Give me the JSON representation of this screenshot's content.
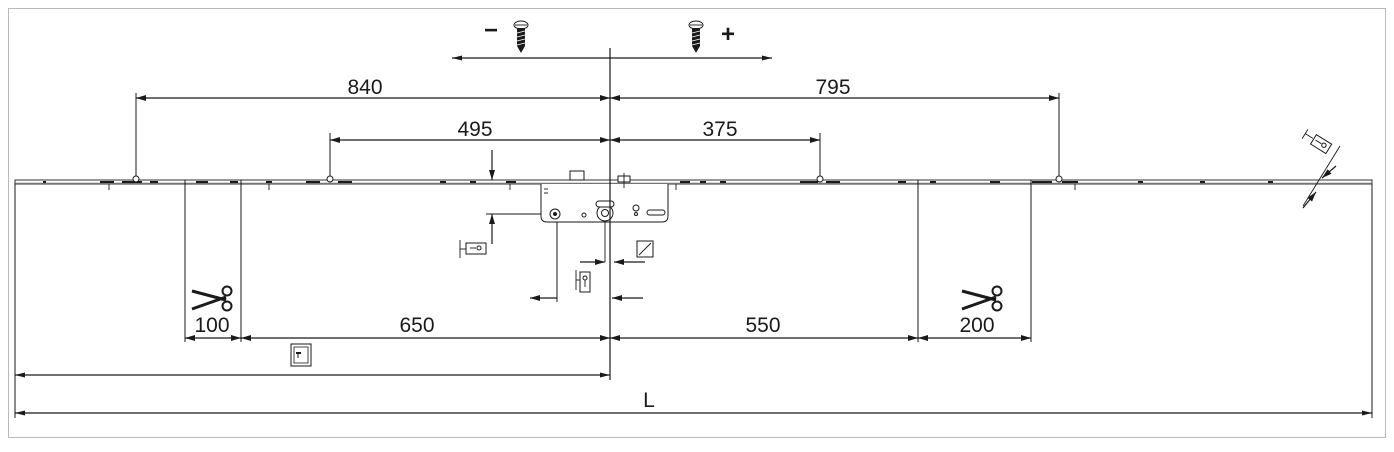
{
  "labels": {
    "minus": "−",
    "plus": "+",
    "d840": "840",
    "d795": "795",
    "d495": "495",
    "d375": "375",
    "d100": "100",
    "d650": "650",
    "d550": "550",
    "d200": "200",
    "total": "L"
  },
  "icons": {
    "screw": "screw-icon",
    "scissors": "scissors-icon",
    "keeper": "keeper-icon",
    "square": "square-section-icon",
    "cylinder": "cylinder-icon"
  },
  "colors": {
    "line": "#1a1a1a",
    "frame": "#b9b9b9",
    "background": "#ffffff"
  }
}
